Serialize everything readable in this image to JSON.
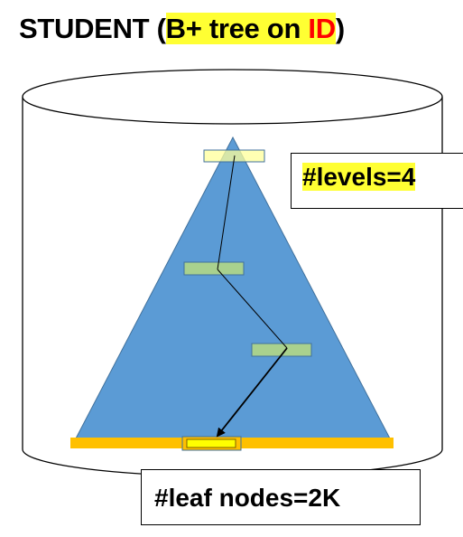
{
  "title": {
    "prefix": "STUDENT (",
    "highlight_text": "B+ tree on ",
    "key": "ID",
    "suffix": ")"
  },
  "callouts": {
    "levels": "#levels=4",
    "leaf_nodes": "#leaf nodes=2K"
  },
  "colors": {
    "triangle": "#5b9bd5",
    "root_node": "#ffff99",
    "internal_node": "#a9d18e",
    "leaf_bar": "#ffc000",
    "target_leaf": "#ffff00",
    "title_highlight": "#ffff33",
    "title_key": "#ff0000"
  }
}
